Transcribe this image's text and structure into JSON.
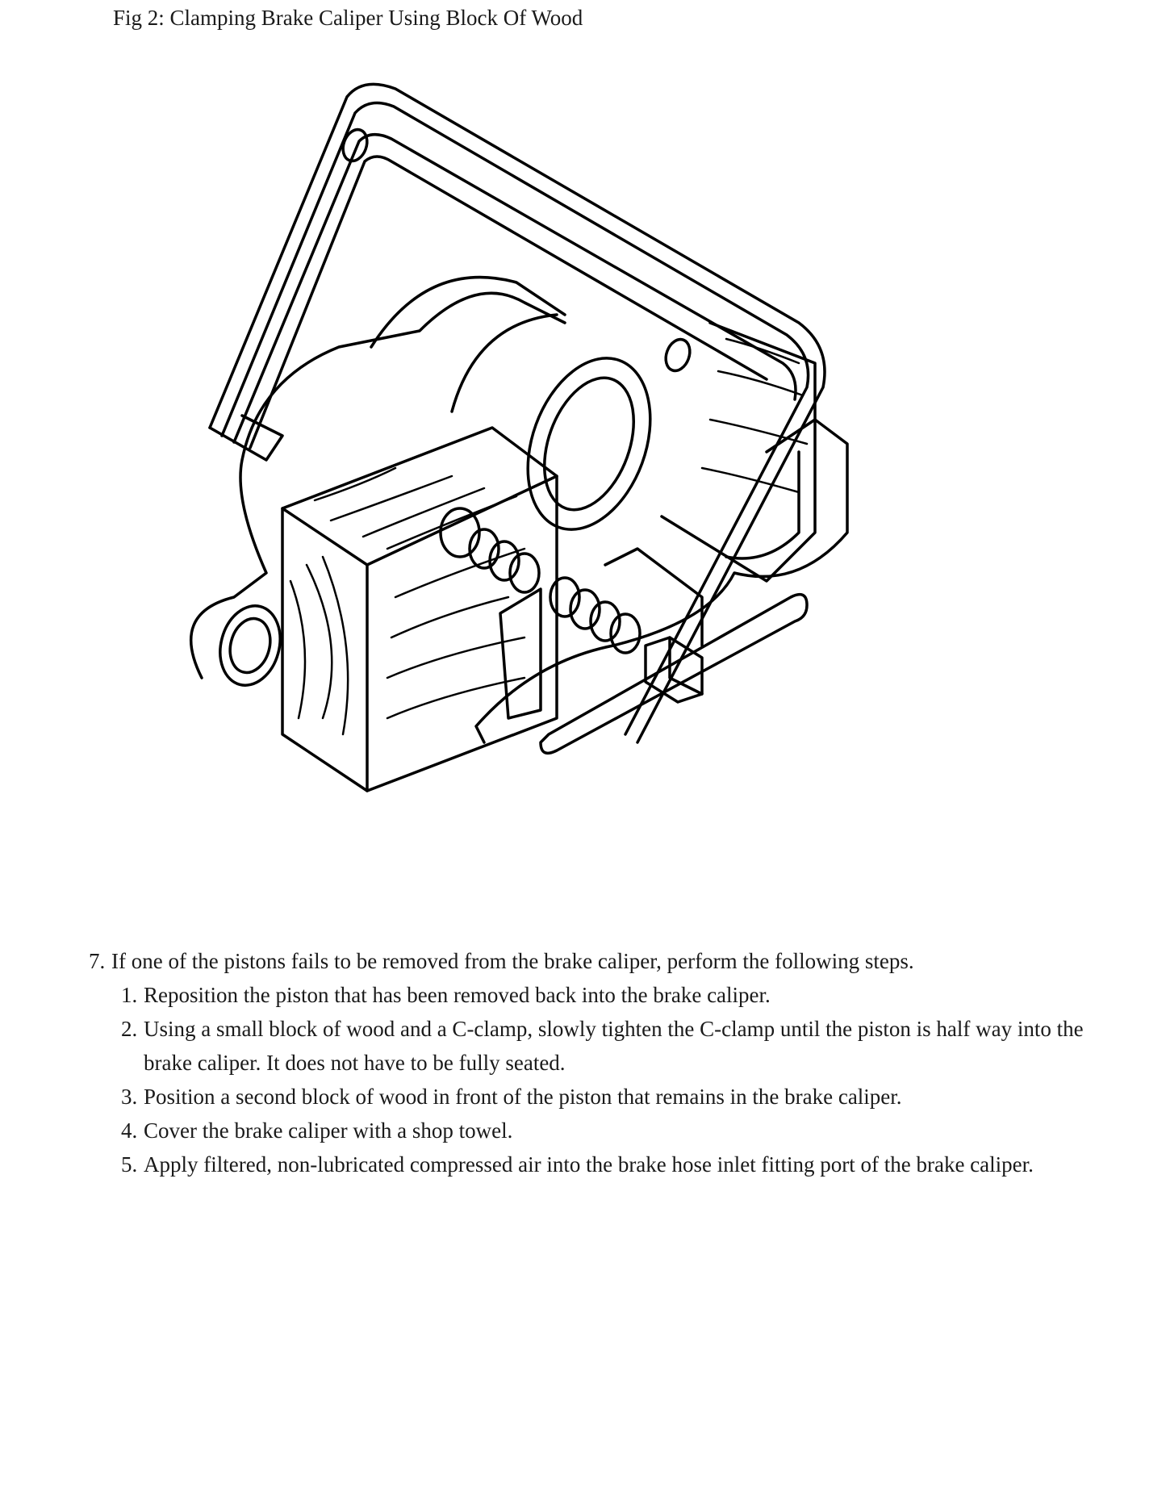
{
  "figure": {
    "caption": "Fig 2: Clamping Brake Caliper Using Block Of Wood",
    "illustration": "line drawing of brake caliper clamped with C-clamp and wooden blocks"
  },
  "steps": {
    "main_number": "7.",
    "main_text": "If one of the pistons fails to be removed from the brake caliper, perform the following steps.",
    "substeps": [
      {
        "number": "1.",
        "text": "Reposition the piston that has been removed back into the brake caliper."
      },
      {
        "number": "2.",
        "text": "Using a small block of wood and a C-clamp, slowly tighten the C-clamp until the piston is half way into the brake caliper. It does not have to be fully seated."
      },
      {
        "number": "3.",
        "text": "Position a second block of wood in front of the piston that remains in the brake caliper."
      },
      {
        "number": "4.",
        "text": "Cover the brake caliper with a shop towel."
      },
      {
        "number": "5.",
        "text": "Apply filtered, non-lubricated compressed air into the brake hose inlet fitting port of the brake caliper."
      }
    ]
  }
}
